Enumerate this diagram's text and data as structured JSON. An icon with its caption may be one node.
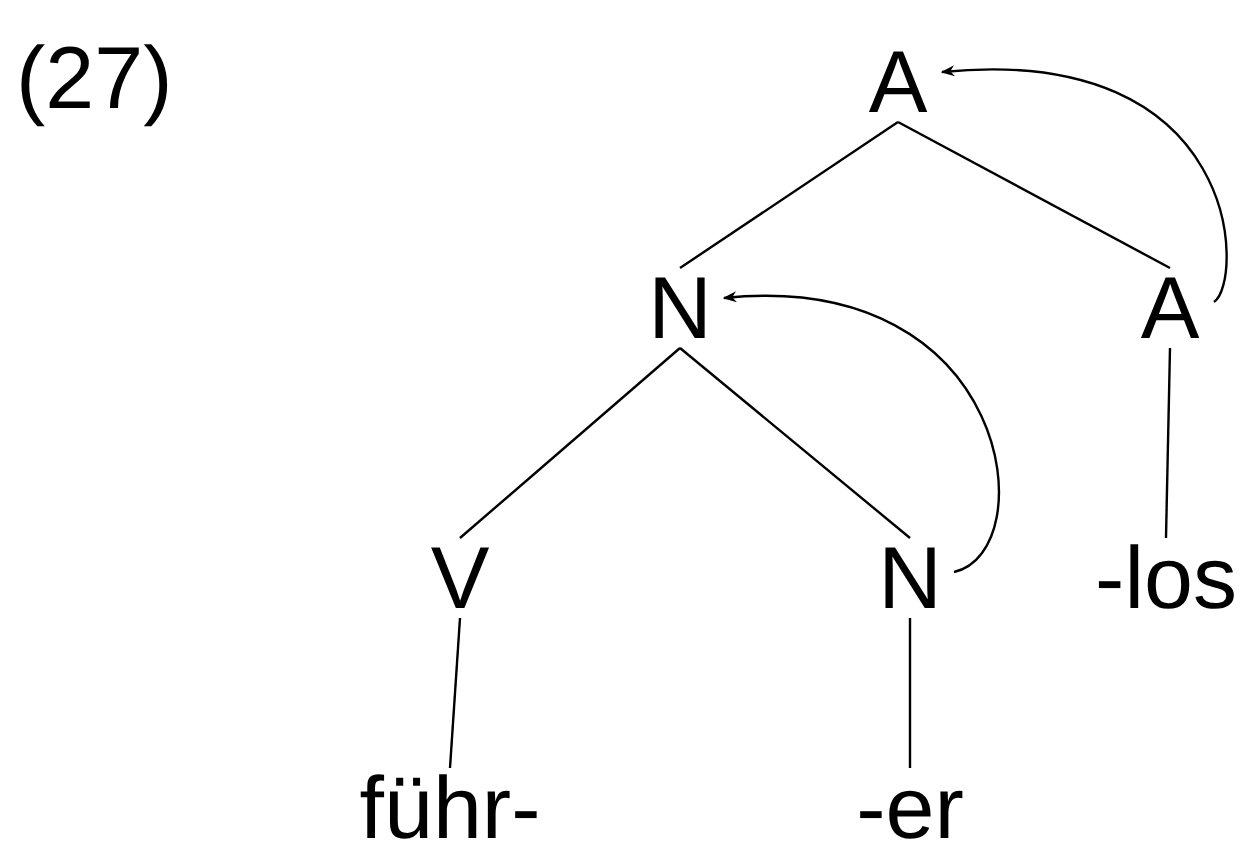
{
  "diagram": {
    "nodes": [
      {
        "text": [
          "A"
        ]
      },
      {
        "text": [
          "N"
        ]
      },
      {
        "text": [
          "A"
        ]
      },
      {
        "text": [
          "V"
        ]
      },
      {
        "text": [
          "N"
        ]
      },
      {
        "text": [
          "-los"
        ]
      },
      {
        "text": [
          "führ-"
        ]
      },
      {
        "text": [
          "-er"
        ]
      }
    ],
    "edges": [
      {
        "from": 0,
        "to": 1,
        "arrow": "none"
      },
      {
        "from": 0,
        "to": 2,
        "arrow": "none"
      },
      {
        "from": 1,
        "to": 3,
        "arrow": "none"
      },
      {
        "from": 1,
        "to": 4,
        "arrow": "none"
      },
      {
        "from": 2,
        "to": 5,
        "arrow": "none"
      },
      {
        "from": 3,
        "to": 6,
        "arrow": "none"
      },
      {
        "from": 4,
        "to": 7,
        "arrow": "none"
      },
      {
        "from": 2,
        "to": 0,
        "arrow": "to"
      },
      {
        "from": 4,
        "to": 1,
        "arrow": "to"
      }
    ],
    "labels": [
      "(27)"
    ]
  }
}
